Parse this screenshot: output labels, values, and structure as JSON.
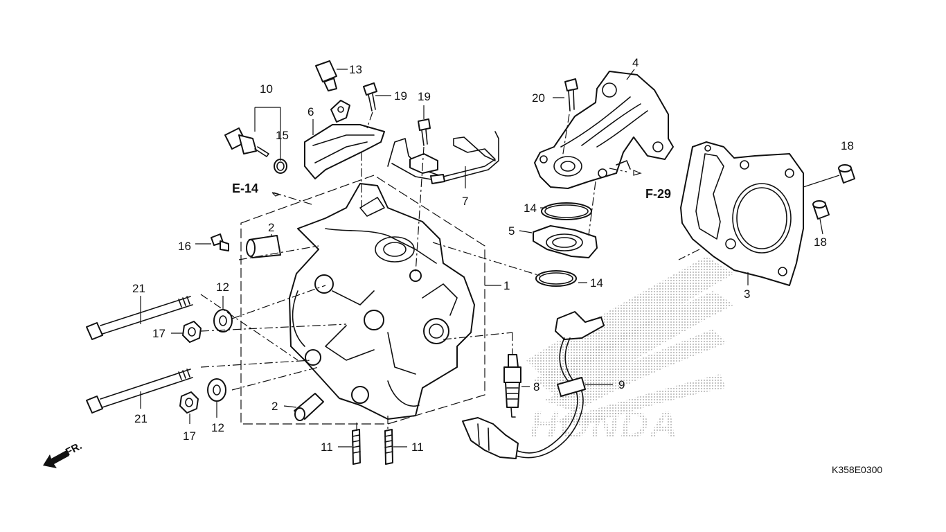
{
  "diagram": {
    "code": "K358E0300",
    "direction_label": "FR.",
    "brand_watermark": "HONDA",
    "refs": {
      "e14": "E-14",
      "f29": "F-29"
    },
    "callouts": {
      "c1": "1",
      "c2a": "2",
      "c2b": "2",
      "c3": "3",
      "c4": "4",
      "c5": "5",
      "c6": "6",
      "c7": "7",
      "c8": "8",
      "c9": "9",
      "c10": "10",
      "c11a": "11",
      "c11b": "11",
      "c12a": "12",
      "c12b": "12",
      "c13": "13",
      "c14a": "14",
      "c14b": "14",
      "c15": "15",
      "c16": "16",
      "c17a": "17",
      "c17b": "17",
      "c18a": "18",
      "c18b": "18",
      "c19a": "19",
      "c19b": "19",
      "c20": "20",
      "c21a": "21",
      "c21b": "21"
    },
    "colors": {
      "ink": "#111111",
      "watermark": "#bdbdbd"
    }
  }
}
